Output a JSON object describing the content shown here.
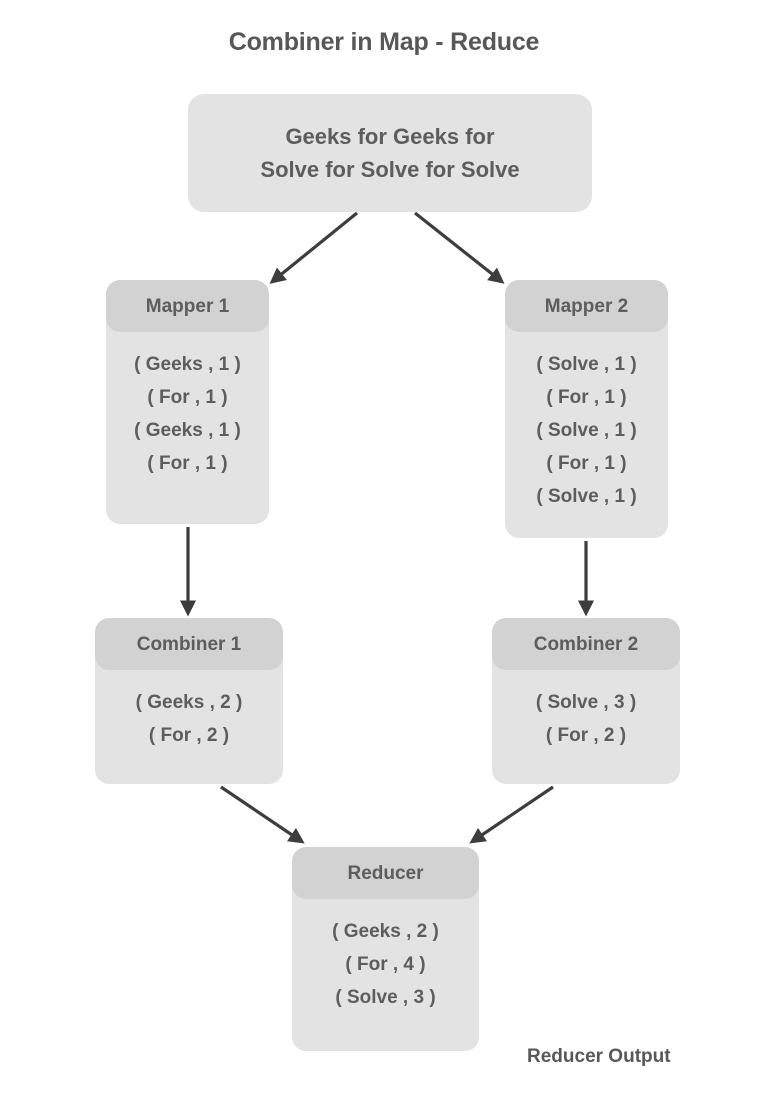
{
  "title": "Combiner in Map - Reduce",
  "colors": {
    "background": "#ffffff",
    "node_body": "#e3e3e3",
    "node_header": "#d2d2d2",
    "text": "#5d5d5d",
    "arrow": "#3d3d3d"
  },
  "input": {
    "line1": "Geeks for Geeks for",
    "line2": "Solve for Solve for Solve"
  },
  "nodes": {
    "mapper1": {
      "header": "Mapper 1",
      "lines": [
        "( Geeks , 1 )",
        "( For , 1 )",
        "( Geeks , 1 )",
        "( For , 1 )"
      ]
    },
    "mapper2": {
      "header": "Mapper 2",
      "lines": [
        "( Solve , 1 )",
        "( For , 1 )",
        "( Solve , 1 )",
        "( For , 1 )",
        "( Solve , 1 )"
      ]
    },
    "combiner1": {
      "header": "Combiner 1",
      "lines": [
        "( Geeks , 2 )",
        "( For , 2 )"
      ]
    },
    "combiner2": {
      "header": "Combiner 2",
      "lines": [
        "( Solve , 3 )",
        "( For , 2 )"
      ]
    },
    "reducer": {
      "header": "Reducer",
      "lines": [
        "( Geeks , 2 )",
        "( For , 4 )",
        "( Solve , 3 )"
      ]
    }
  },
  "labels": {
    "reducer_output": "Reducer Output"
  },
  "arrows": [
    {
      "name": "input-to-mapper-1",
      "from": "input",
      "to": "mapper1"
    },
    {
      "name": "input-to-mapper-2",
      "from": "input",
      "to": "mapper2"
    },
    {
      "name": "mapper-1-to-combiner-1",
      "from": "mapper1",
      "to": "combiner1"
    },
    {
      "name": "mapper-2-to-combiner-2",
      "from": "mapper2",
      "to": "combiner2"
    },
    {
      "name": "combiner-1-to-reducer",
      "from": "combiner1",
      "to": "reducer"
    },
    {
      "name": "combiner-2-to-reducer",
      "from": "combiner2",
      "to": "reducer"
    }
  ]
}
